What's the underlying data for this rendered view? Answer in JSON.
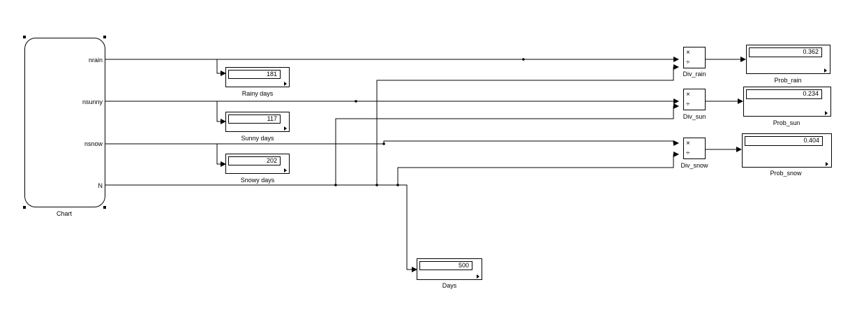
{
  "chart_block": {
    "label": "Chart",
    "ports": [
      "nrain",
      "nsunny",
      "nsnow",
      "N"
    ]
  },
  "displays": {
    "rainy": {
      "label": "Rainy days",
      "value": "181"
    },
    "sunny": {
      "label": "Sunny days",
      "value": "117"
    },
    "snowy": {
      "label": "Snowy days",
      "value": "202"
    },
    "days": {
      "label": "Days",
      "value": "500"
    },
    "prob_rain": {
      "label": "Prob_rain",
      "value": "0.362"
    },
    "prob_sun": {
      "label": "Prob_sun",
      "value": "0.234"
    },
    "prob_snow": {
      "label": "Prob_snow",
      "value": "0.404"
    }
  },
  "dividers": {
    "rain": {
      "label": "Div_rain",
      "op_top": "×",
      "op_bottom": "÷"
    },
    "sun": {
      "label": "Div_sun",
      "op_top": "×",
      "op_bottom": "÷"
    },
    "snow": {
      "label": "Div_snow",
      "op_top": "×",
      "op_bottom": "÷"
    }
  }
}
